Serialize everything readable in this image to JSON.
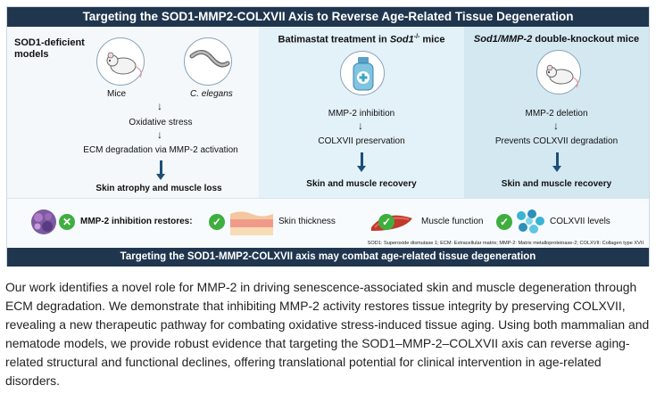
{
  "banner_title": "Targeting the SOD1-MMP2-COLXVII Axis to Reverse Age-Related Tissue Degeneration",
  "panels": {
    "left": {
      "title_line1": "SOD1-deficient",
      "title_line2": "models",
      "mice_label": "Mice",
      "elegans_label": "C. elegans",
      "step1": "Oxidative stress",
      "step2": "ECM degradation via MMP-2 activation",
      "outcome": "Skin atrophy and muscle loss"
    },
    "middle": {
      "title_prefix": "Batimastat treatment in ",
      "title_gene": "Sod1",
      "title_sup": "-/-",
      "title_suffix": " mice",
      "step1": "MMP-2 inhibition",
      "step2": "COLXVII preservation",
      "outcome": "Skin and muscle recovery"
    },
    "right": {
      "title_gene": "Sod1/MMP-2",
      "title_suffix": " double-knockout mice",
      "step1": "MMP-2 deletion",
      "step2": "Prevents COLXVII degradation",
      "outcome": "Skin and muscle recovery"
    }
  },
  "arrow_glyph": "↓",
  "check_glyph": "✓",
  "cross_glyph": "✕",
  "restores": {
    "label": "MMP-2 inhibition restores:",
    "items": [
      "Skin thickness",
      "Muscle function",
      "COLXVII levels"
    ]
  },
  "footnote": "SOD1: Superoxide dismutase 1; ECM: Extracellular matrix; MMP-2: Matrix metalloproteinase-2; COLXVII: Collagen type XVII",
  "bottom_banner": "Targeting the SOD1-MMP2-COLXVII axis may combat age-related tissue degeneration",
  "summary": "Our work identifies a novel role for MMP-2 in driving senescence-associated skin and muscle degeneration through ECM degradation. We demonstrate that inhibiting MMP-2 activity restores tissue integrity by preserving COLXVII, revealing a new therapeutic pathway for combating oxidative stress-induced tissue aging. Using both mammalian and nematode models, we provide robust evidence that targeting the SOD1–MMP-2–COLXVII axis can reverse aging-related structural and functional declines, offering translational potential for clinical intervention in age-related disorders.",
  "colors": {
    "banner": "#20364e",
    "arrow": "#1b4f7a",
    "check": "#3fae3f",
    "cross": "#3fae3f"
  }
}
